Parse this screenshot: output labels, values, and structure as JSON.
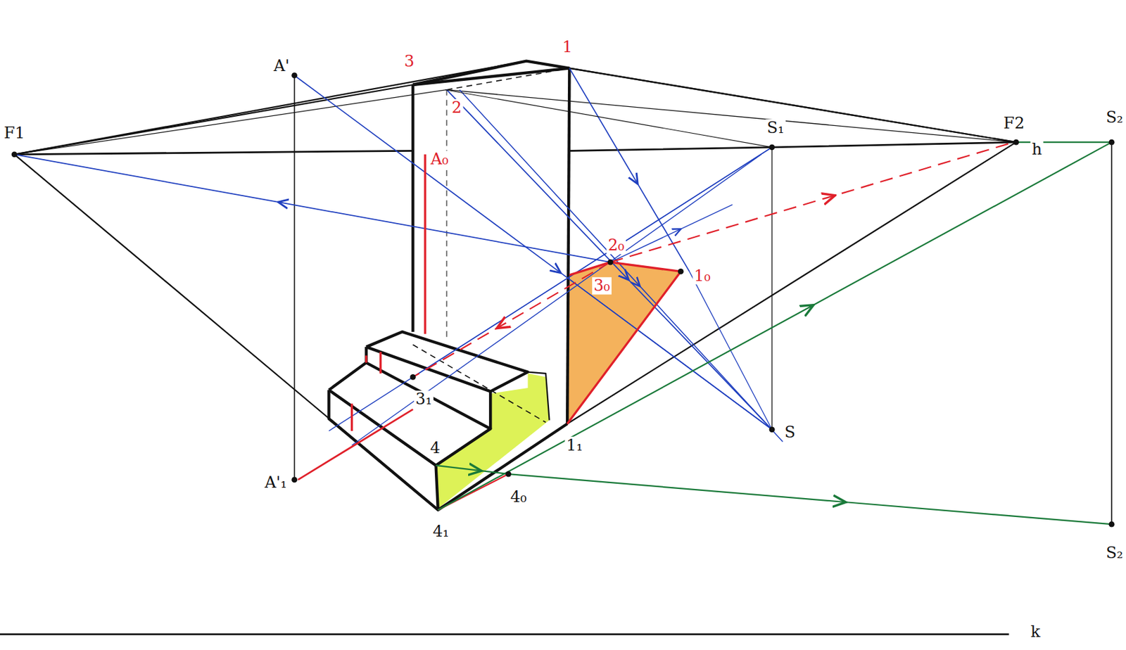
{
  "diagram": {
    "labels": [
      "F1",
      "A'",
      "3",
      "1",
      "2",
      "A₀",
      "F2",
      "h",
      "S₂",
      "S₁",
      "2₀",
      "3₀",
      "1₀",
      "3₁",
      "4",
      "S",
      "A'₁",
      "1₁",
      "4₀",
      "4₁",
      "S₂",
      "k"
    ]
  }
}
